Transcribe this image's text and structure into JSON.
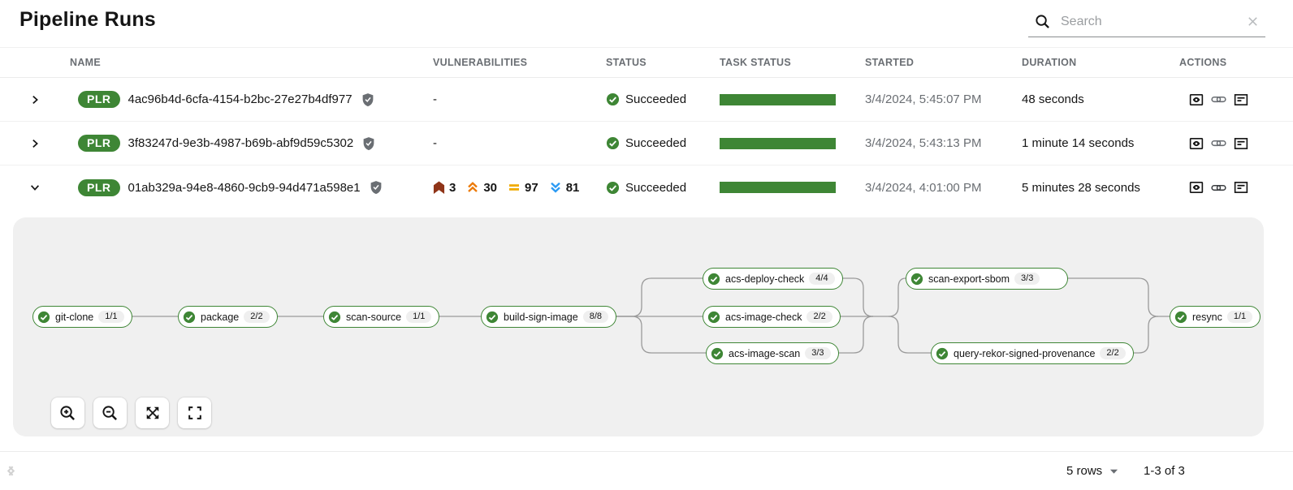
{
  "page": {
    "title": "Pipeline Runs"
  },
  "search": {
    "placeholder": "Search"
  },
  "table": {
    "columns": {
      "name": "NAME",
      "vulnerabilities": "VULNERABILITIES",
      "status": "STATUS",
      "task_status": "TASK STATUS",
      "started": "STARTED",
      "duration": "DURATION",
      "actions": "ACTIONS"
    },
    "rows": [
      {
        "badge": "PLR",
        "name": "4ac96b4d-6cfa-4154-b2bc-27e27b4df977",
        "vulnerabilities_empty": "-",
        "status": "Succeeded",
        "started": "3/4/2024, 5:45:07 PM",
        "duration": "48 seconds"
      },
      {
        "badge": "PLR",
        "name": "3f83247d-9e3b-4987-b69b-abf9d59c5302",
        "vulnerabilities_empty": "-",
        "status": "Succeeded",
        "started": "3/4/2024, 5:43:13 PM",
        "duration": "1 minute 14 seconds"
      },
      {
        "badge": "PLR",
        "name": "01ab329a-94e8-4860-9cb9-94d471a598e1",
        "vulnerabilities": {
          "critical": "3",
          "high": "30",
          "medium": "97",
          "low": "81"
        },
        "status": "Succeeded",
        "started": "3/4/2024, 4:01:00 PM",
        "duration": "5 minutes 28 seconds"
      }
    ]
  },
  "graph": {
    "nodes": [
      {
        "label": "git-clone",
        "badge": "1/1"
      },
      {
        "label": "package",
        "badge": "2/2"
      },
      {
        "label": "scan-source",
        "badge": "1/1"
      },
      {
        "label": "build-sign-image",
        "badge": "8/8"
      },
      {
        "label": "acs-deploy-check",
        "badge": "4/4"
      },
      {
        "label": "acs-image-check",
        "badge": "2/2"
      },
      {
        "label": "acs-image-scan",
        "badge": "3/3"
      },
      {
        "label": "scan-export-sbom",
        "badge": "3/3"
      },
      {
        "label": "query-rekor-signed-provenance",
        "badge": "2/2"
      },
      {
        "label": "resync",
        "badge": "1/1"
      }
    ]
  },
  "pagination": {
    "per_page": "5 rows",
    "range": "1-3 of 3"
  },
  "colors": {
    "success_green": "#3e8635",
    "severity_critical": "#8f3418",
    "severity_high": "#ec7a08",
    "severity_medium": "#f0ab00",
    "severity_low": "#2b9af3",
    "panel_background": "#f0f0f0"
  }
}
